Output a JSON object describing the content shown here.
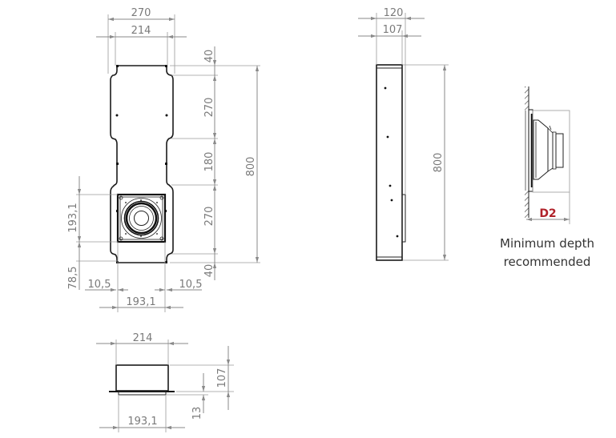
{
  "front_view": {
    "width_total": "270",
    "width_inner": "214",
    "height_total": "800",
    "segments": [
      "40",
      "270",
      "180",
      "270",
      "40"
    ],
    "speaker_height": "193,1",
    "speaker_offset_bottom": "78,5",
    "margin_left": "10,5",
    "margin_right": "10,5",
    "speaker_width": "193,1"
  },
  "side_view": {
    "depth_total": "120",
    "depth_box": "107",
    "height": "800"
  },
  "bottom_view": {
    "width": "214",
    "depth": "107",
    "flange": "13",
    "speaker_width": "193,1"
  },
  "install_view": {
    "label": "D2",
    "caption_line1": "Minimum depth",
    "caption_line2": "recommended",
    "accent_color": "#b0222a"
  }
}
